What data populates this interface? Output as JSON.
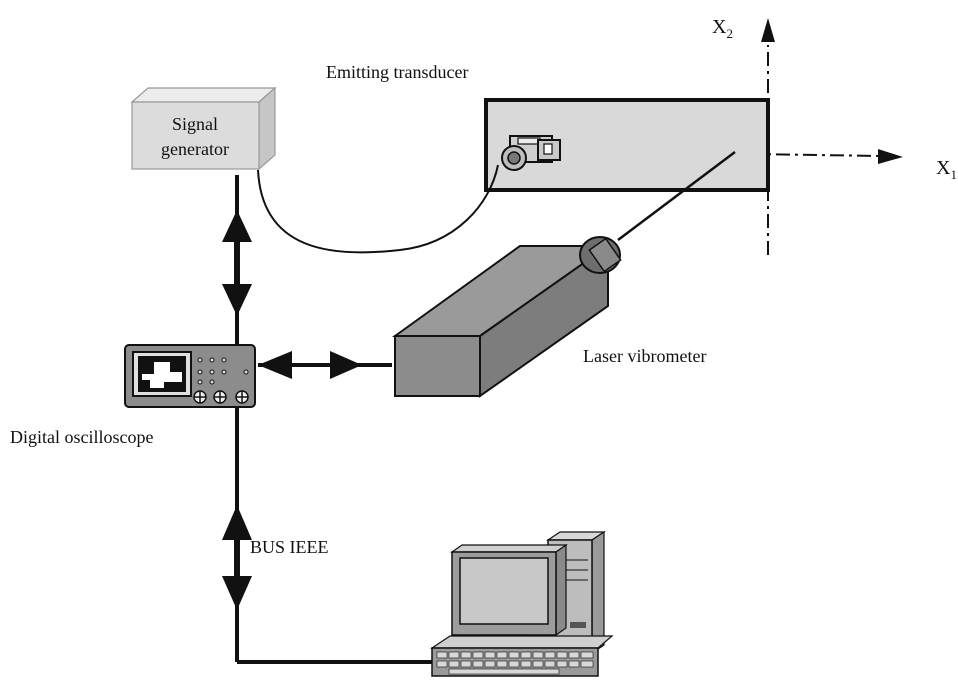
{
  "labels": {
    "emitting_transducer": "Emitting transducer",
    "signal_generator_line1": "Signal",
    "signal_generator_line2": "generator",
    "laser_vibrometer": "Laser vibrometer",
    "digital_oscilloscope": "Digital oscilloscope",
    "bus": "BUS IEEE",
    "axis_x1_letter": "X",
    "axis_x1_sub": "1",
    "axis_x2_letter": "X",
    "axis_x2_sub": "2"
  },
  "colors": {
    "line": "#111111",
    "box_fill": "#dcdcdc",
    "device_fill": "#8c8c8c",
    "specimen_fill": "#d9d9d9"
  }
}
